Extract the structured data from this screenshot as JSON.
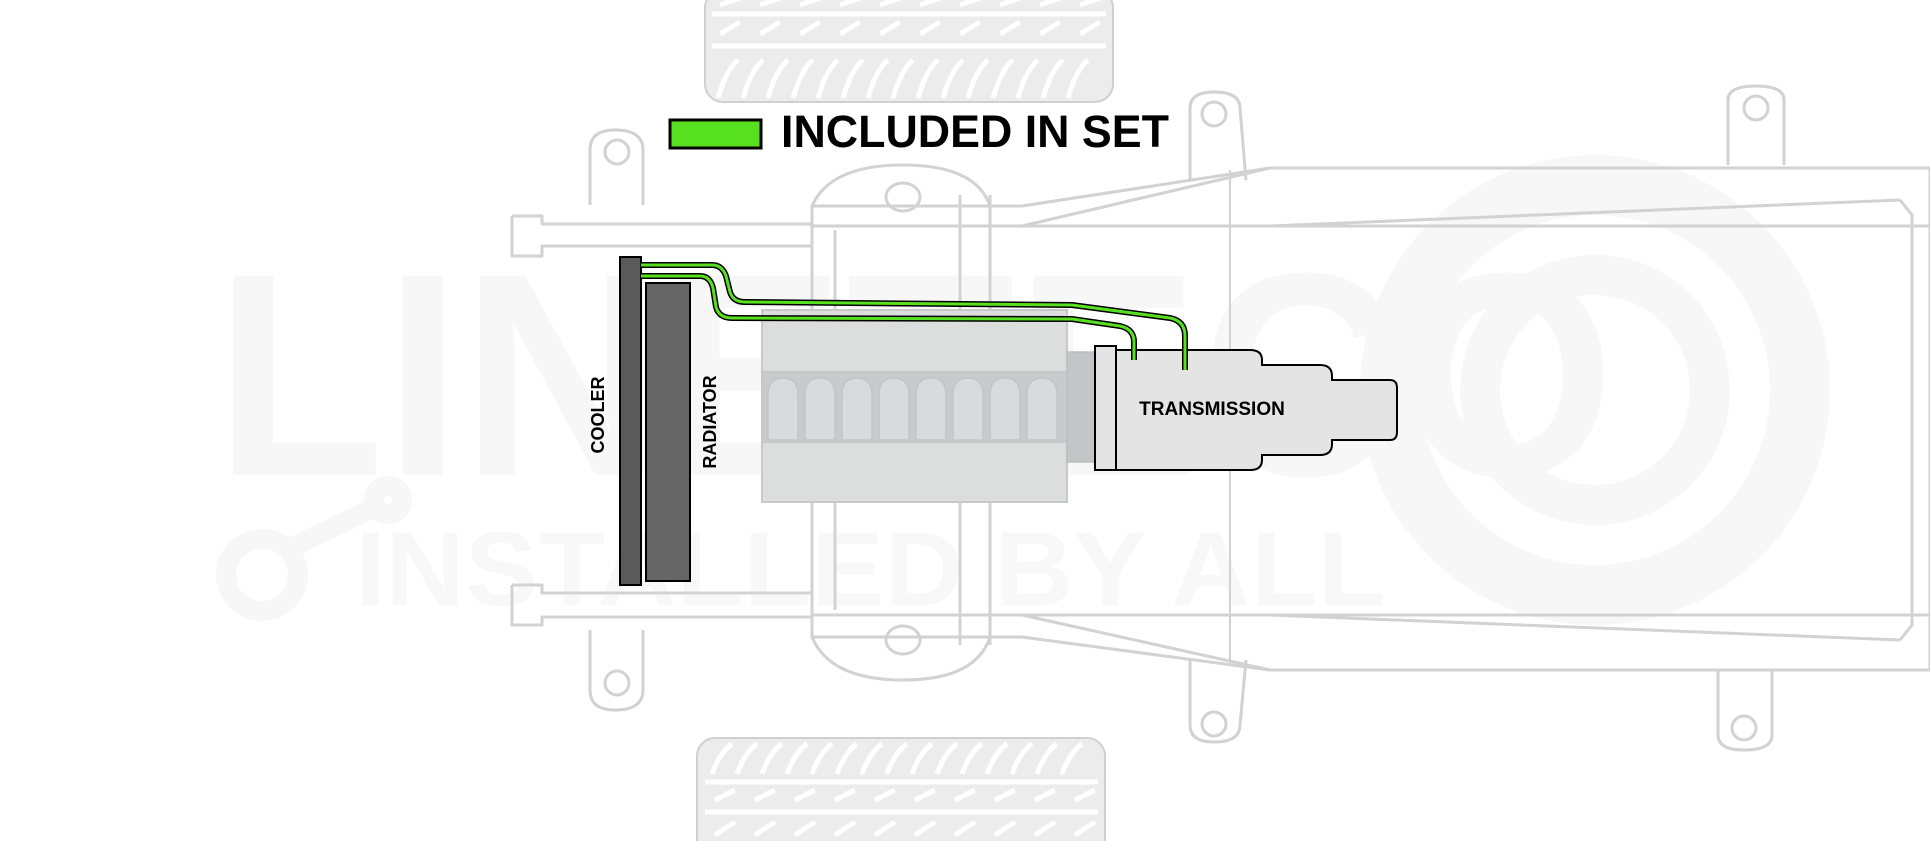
{
  "legend": {
    "label": "INCLUDED IN SET",
    "swatch_color": "#57e01f"
  },
  "components": {
    "cooler": "COOLER",
    "radiator": "RADIATOR",
    "transmission": "TRANSMISSION"
  },
  "watermark": {
    "line1": "LINETECO",
    "line2": "INSTALLED BY ALL"
  },
  "colors": {
    "line_green": "#57e01f",
    "frame_outline": "#d2d2d2",
    "engine_fill": "#d4d5d6",
    "cooler_fill": "#5a5a5a",
    "radiator_fill": "#666666"
  }
}
